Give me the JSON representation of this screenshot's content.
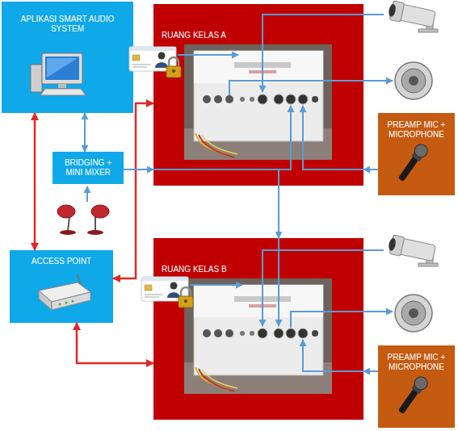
{
  "diagram": {
    "nodes": [
      {
        "text": [
          "APLIKASI SMART AUDIO SYSTEM"
        ]
      },
      {
        "text": [
          "BRIDGING + MINI MIXER"
        ]
      },
      {
        "text": [
          "ACCESS POINT"
        ]
      },
      {
        "text": [
          "RUANG KELAS A"
        ]
      },
      {
        "text": [
          "PREAMP MIC + MICROPHONE"
        ]
      },
      {
        "text": [
          "RUANG KELAS B"
        ]
      },
      {
        "text": [
          "PREAMP MIC + MICROPHONE"
        ]
      }
    ],
    "edges": [
      {
        "from": 0,
        "to": 2,
        "arrow": "both"
      },
      {
        "from": 0,
        "to": 1,
        "arrow": "both"
      },
      {
        "from": 2,
        "to": 3,
        "arrow": "both"
      },
      {
        "from": 2,
        "to": 5,
        "arrow": "both"
      },
      {
        "from": 1,
        "to": 3,
        "arrow": "to"
      },
      {
        "from": 1,
        "to": 5,
        "arrow": "to"
      },
      {
        "from": 4,
        "to": 3,
        "arrow": "to"
      },
      {
        "from": 6,
        "to": 5,
        "arrow": "to"
      }
    ]
  }
}
